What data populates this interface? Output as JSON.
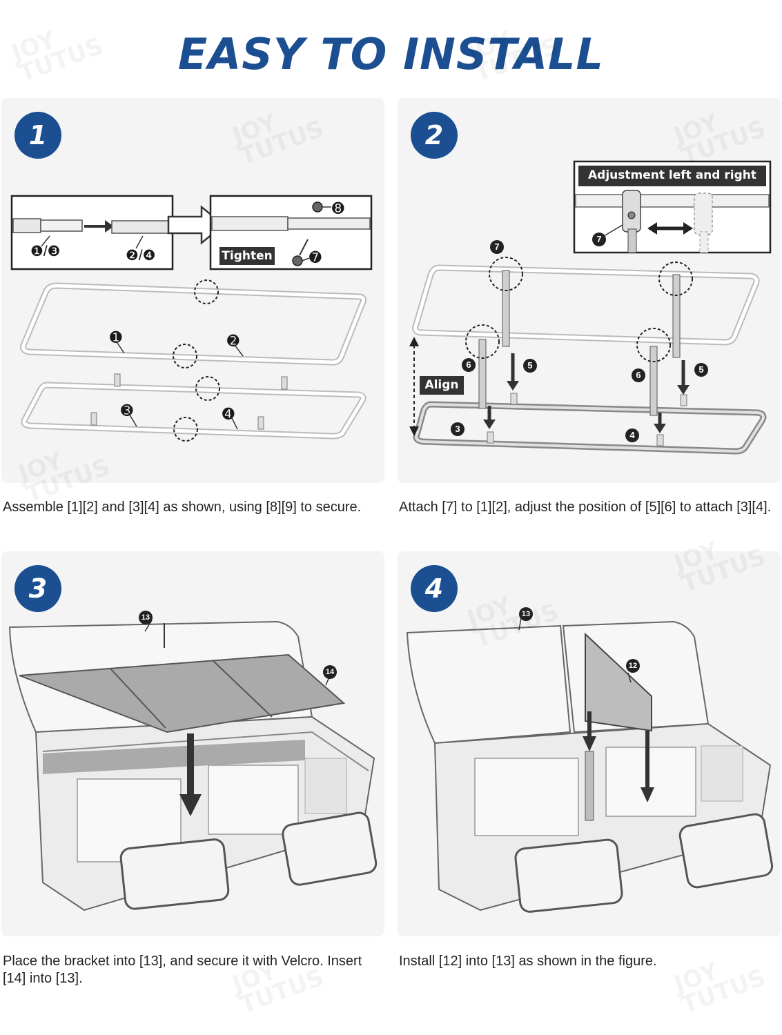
{
  "title": "EASY TO INSTALL",
  "steps": [
    {
      "number": "1",
      "tighten_label": "Tighten",
      "parts_left": [
        "❶/❸",
        "❷/❹"
      ],
      "parts_right": [
        "➑",
        "➐"
      ],
      "frame_parts": [
        "➊",
        "➋",
        "➌",
        "➍"
      ],
      "caption": "Assemble [1][2] and [3][4] as shown, using [8][9] to secure."
    },
    {
      "number": "2",
      "inset_label": "Adjustment left and right",
      "align_label": "Align",
      "parts": [
        "7",
        "7",
        "6",
        "5",
        "6",
        "5",
        "3",
        "4"
      ],
      "caption": "Attach [7] to [1][2], adjust the position of [5][6] to attach [3][4]."
    },
    {
      "number": "3",
      "parts": [
        "13",
        "14"
      ],
      "caption": "Place the bracket into [13], and secure it with Velcro. Insert [14] into [13]."
    },
    {
      "number": "4",
      "parts": [
        "13",
        "12"
      ],
      "caption": "Install [12] into [13] as shown in the figure."
    }
  ],
  "watermark": "JOY\nTUTUS",
  "colors": {
    "brand": "#1b4f91",
    "panel": "#f4f4f4",
    "dark": "#333333"
  }
}
